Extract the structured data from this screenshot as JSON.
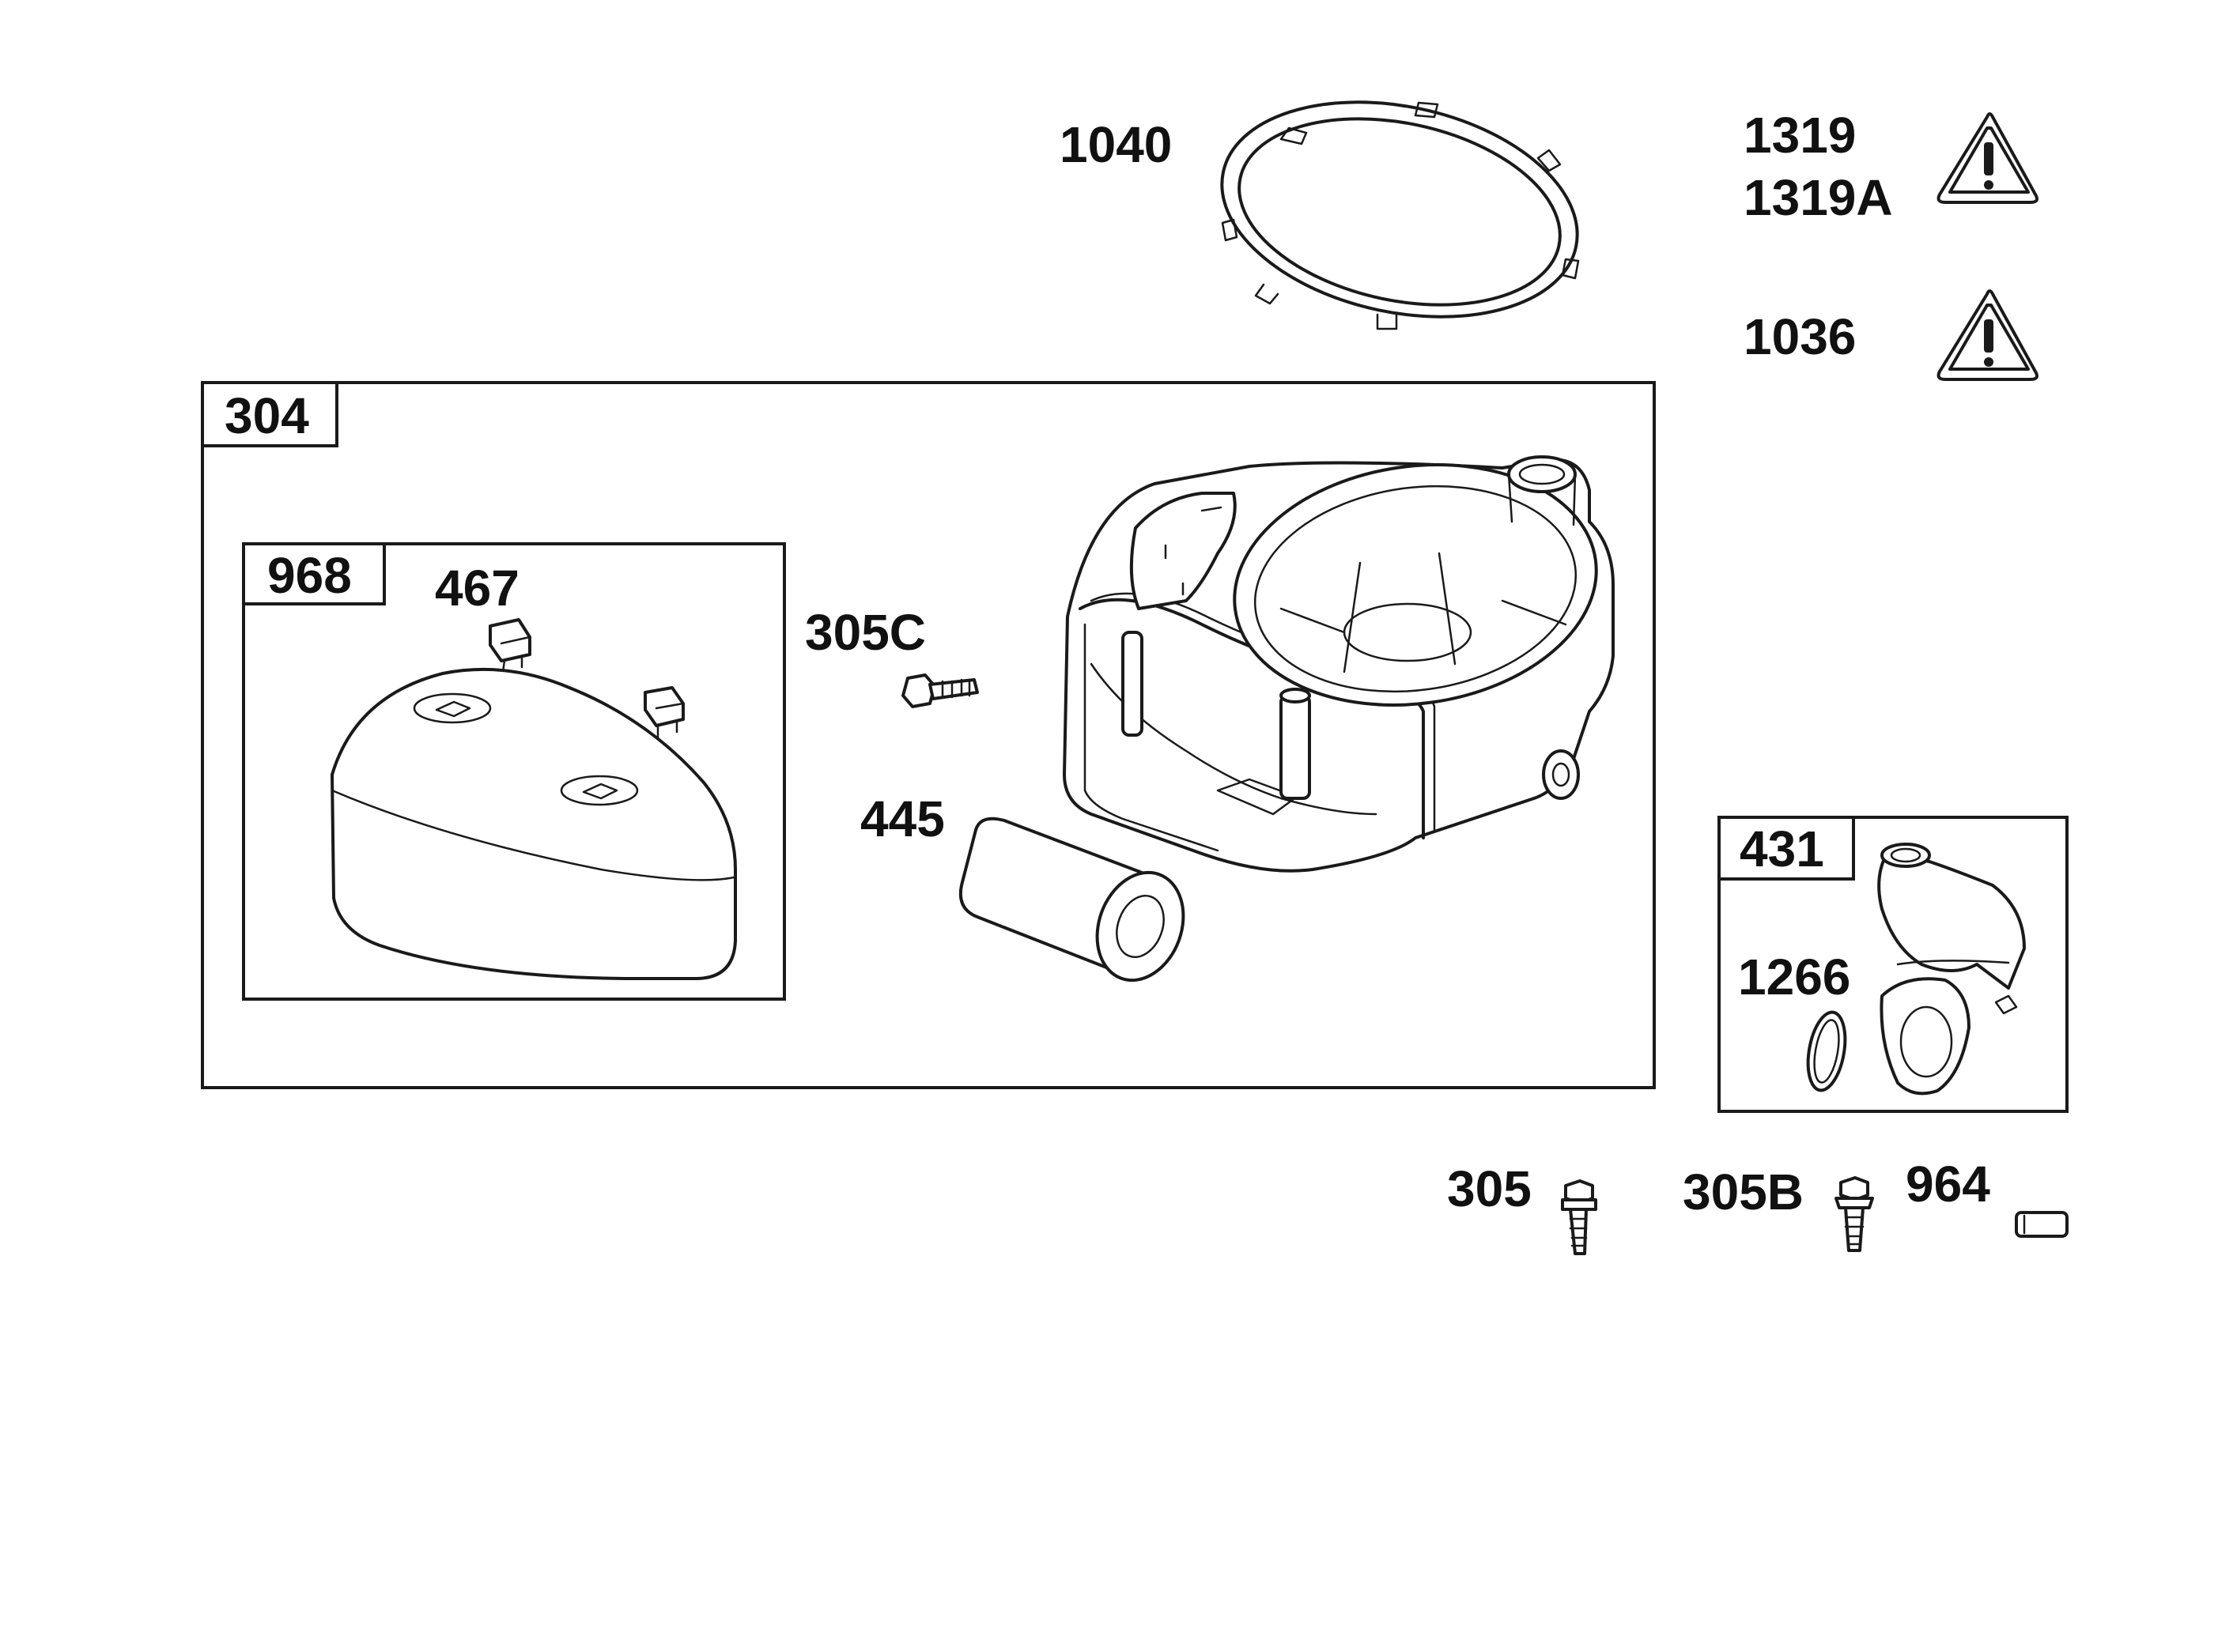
{
  "callouts": {
    "p1040": "1040",
    "p1319": "1319",
    "p1319a": "1319A",
    "p1036": "1036",
    "p304": "304",
    "p968": "968",
    "p467": "467",
    "p305c": "305C",
    "p445": "445",
    "p431": "431",
    "p1266": "1266",
    "p305": "305",
    "p305b": "305B",
    "p964": "964"
  },
  "icons": {
    "warning_1": "warning-triangle-icon",
    "warning_2": "warning-triangle-icon"
  }
}
